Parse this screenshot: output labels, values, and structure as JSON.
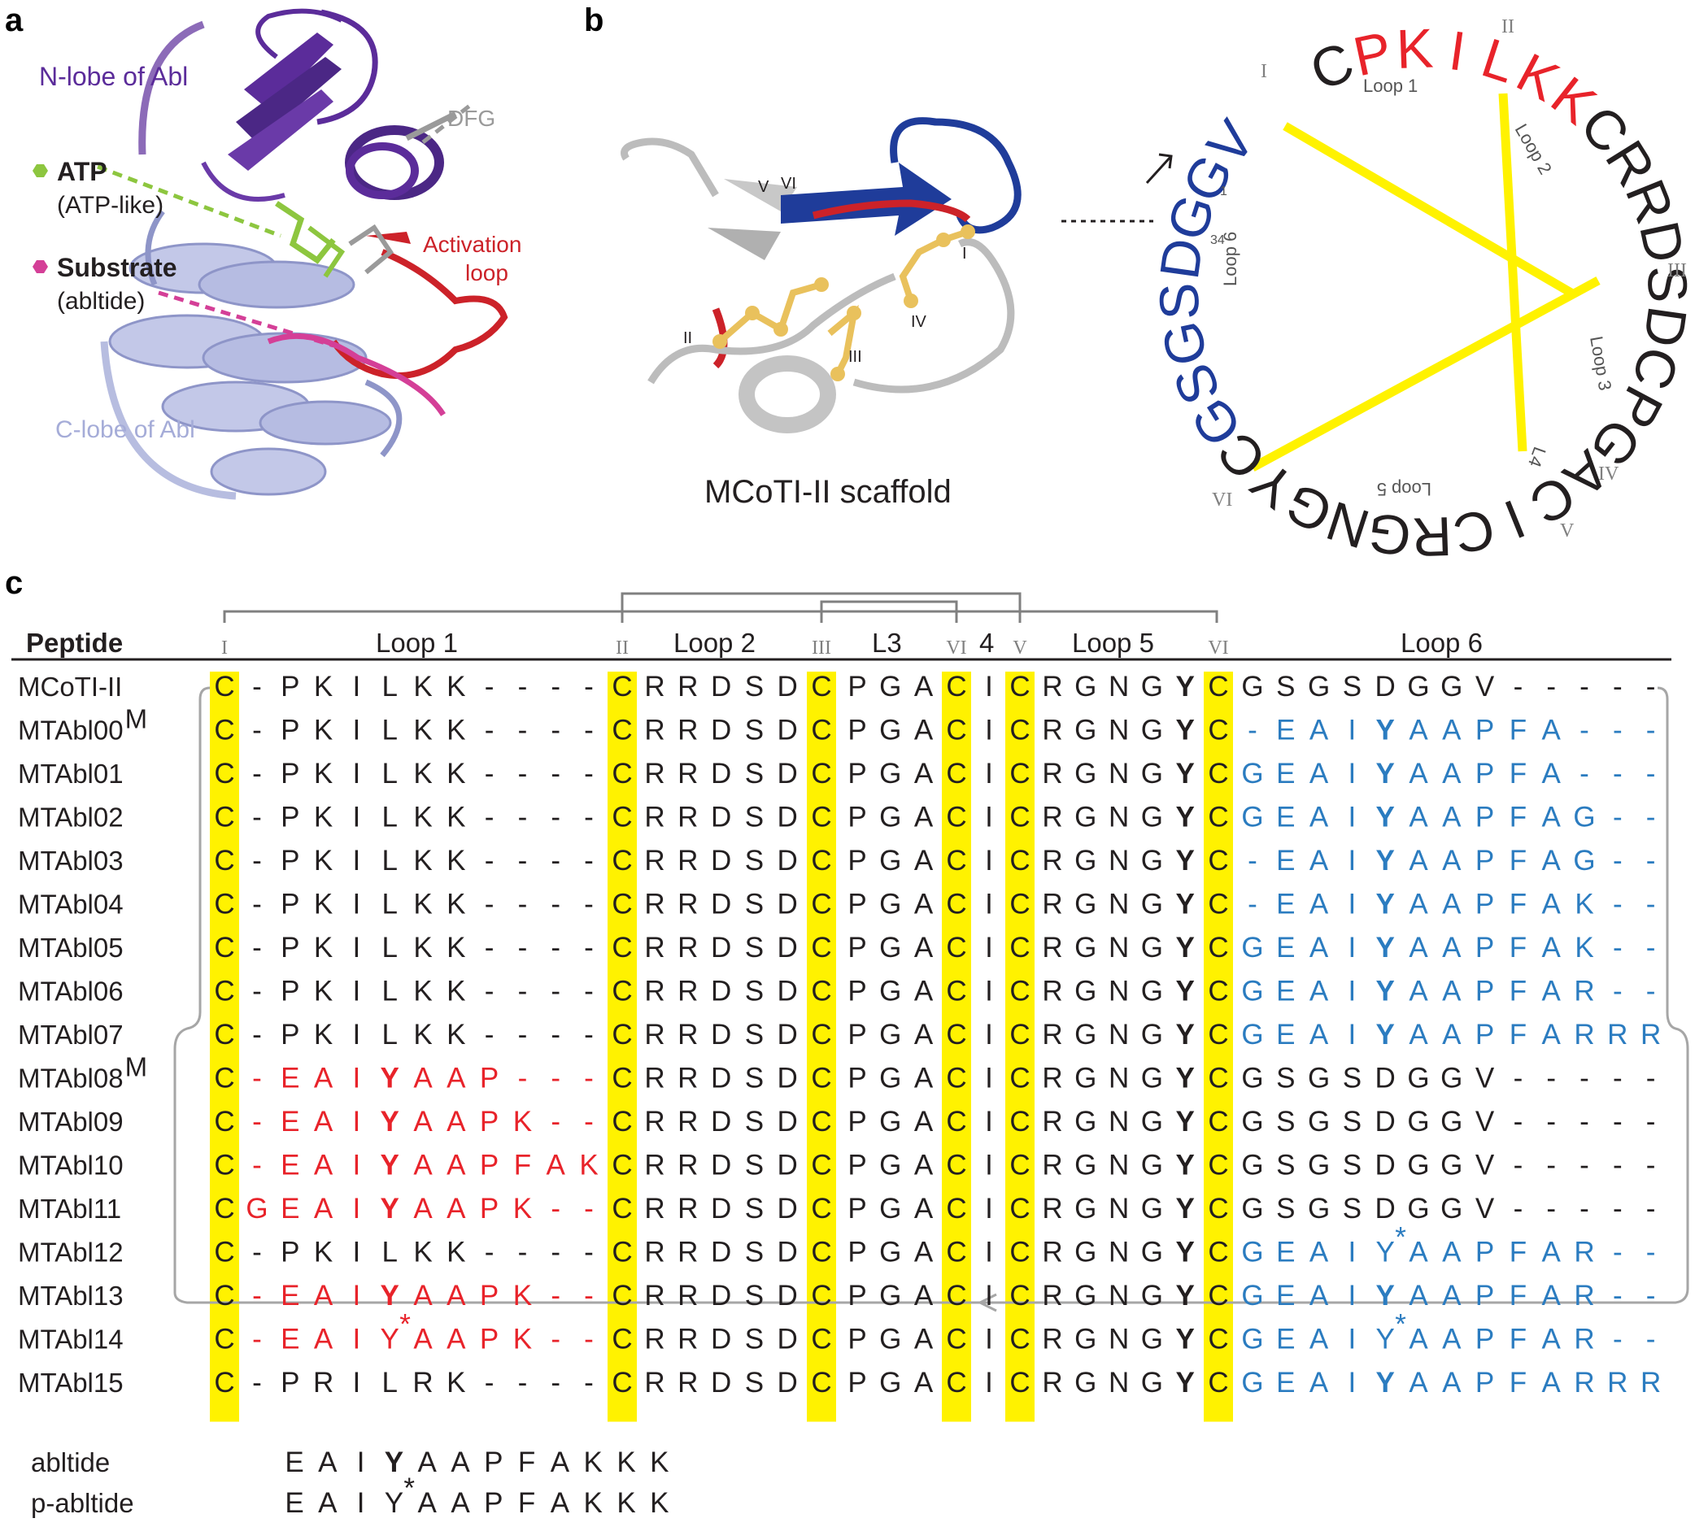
{
  "panel_a": {
    "letter": "a",
    "n_lobe": "N-lobe of Abl",
    "dfg": "DFG",
    "atp": "ATP",
    "atp_sub": "(ATP-like)",
    "substrate": "Substrate",
    "substrate_sub": "(abltide)",
    "activation_loop": [
      "Activation",
      "loop"
    ],
    "c_lobe": "C-lobe of Abl",
    "colors": {
      "n_lobe": "#5b2c9a",
      "c_lobe": "#a5acd8",
      "atp": "#8dc63f",
      "substrate": "#d43f97",
      "activation": "#cc2229",
      "dfg": "#9a9a9a"
    }
  },
  "panel_b": {
    "letter": "b",
    "scaffold_label": "MCoTI-II scaffold",
    "strand_labels": [
      "I",
      "II",
      "III",
      "IV",
      "V",
      "VI"
    ],
    "wheel_sequence": [
      {
        "aa": "C",
        "color": "#231f20"
      },
      {
        "aa": "P",
        "color": "#e8232a"
      },
      {
        "aa": "K",
        "color": "#e8232a"
      },
      {
        "aa": "I",
        "color": "#e8232a"
      },
      {
        "aa": "L",
        "color": "#e8232a"
      },
      {
        "aa": "K",
        "color": "#e8232a"
      },
      {
        "aa": "K",
        "color": "#e8232a"
      },
      {
        "aa": "C",
        "color": "#231f20"
      },
      {
        "aa": "R",
        "color": "#231f20"
      },
      {
        "aa": "R",
        "color": "#231f20"
      },
      {
        "aa": "D",
        "color": "#231f20"
      },
      {
        "aa": "S",
        "color": "#231f20"
      },
      {
        "aa": "D",
        "color": "#231f20"
      },
      {
        "aa": "C",
        "color": "#231f20"
      },
      {
        "aa": "P",
        "color": "#231f20"
      },
      {
        "aa": "G",
        "color": "#231f20"
      },
      {
        "aa": "A",
        "color": "#231f20"
      },
      {
        "aa": "C",
        "color": "#231f20"
      },
      {
        "aa": "I",
        "color": "#231f20"
      },
      {
        "aa": "C",
        "color": "#231f20"
      },
      {
        "aa": "R",
        "color": "#231f20"
      },
      {
        "aa": "G",
        "color": "#231f20"
      },
      {
        "aa": "N",
        "color": "#231f20"
      },
      {
        "aa": "G",
        "color": "#231f20"
      },
      {
        "aa": "Y",
        "color": "#231f20"
      },
      {
        "aa": "C",
        "color": "#231f20"
      },
      {
        "aa": "G",
        "color": "#1f3c9a"
      },
      {
        "aa": "S",
        "color": "#1f3c9a"
      },
      {
        "aa": "G",
        "color": "#1f3c9a"
      },
      {
        "aa": "S",
        "color": "#1f3c9a"
      },
      {
        "aa": "D",
        "color": "#1f3c9a"
      },
      {
        "aa": "G",
        "color": "#1f3c9a"
      },
      {
        "aa": "G",
        "color": "#1f3c9a"
      },
      {
        "aa": "V",
        "color": "#1f3c9a"
      }
    ],
    "wheel_loops": [
      "Loop 1",
      "Loop 2",
      "Loop 3",
      "L4",
      "Loop 5",
      "Loop 6"
    ],
    "wheel_romans": [
      "I",
      "II",
      "III",
      "IV",
      "V",
      "VI"
    ],
    "wheel_numbers": [
      "34",
      "1"
    ]
  },
  "panel_c": {
    "letter": "c",
    "headers": {
      "peptide": "Peptide",
      "loop1": "Loop 1",
      "loop2": "Loop 2",
      "l3": "L3",
      "l4": "4",
      "loop5": "Loop 5",
      "loop6": "Loop 6"
    },
    "cys_romans": [
      "I",
      "II",
      "III",
      "VI",
      "V",
      "VI"
    ],
    "colors": {
      "loop1_graft": "#e8232a",
      "loop6_graft": "#2b7cc0",
      "cys_highlight": "#fff200",
      "default": "#231f20"
    },
    "rows": [
      {
        "name": "MCoTI-II",
        "sup": "",
        "l1": "-PKILKK----",
        "l1c": "k",
        "l6": "GSGSDGGV-----",
        "l6c": "k"
      },
      {
        "name": "MTAbl00",
        "sup": "M",
        "l1": "-PKILKK----",
        "l1c": "k",
        "l6": "-EAIYAAPFA---",
        "l6c": "b"
      },
      {
        "name": "MTAbl01",
        "sup": "",
        "l1": "-PKILKK----",
        "l1c": "k",
        "l6": "GEAIYAAPFA---",
        "l6c": "b"
      },
      {
        "name": "MTAbl02",
        "sup": "",
        "l1": "-PKILKK----",
        "l1c": "k",
        "l6": "GEAIYAAPFAG--",
        "l6c": "b"
      },
      {
        "name": "MTAbl03",
        "sup": "",
        "l1": "-PKILKK----",
        "l1c": "k",
        "l6": "-EAIYAAPFAG--",
        "l6c": "b"
      },
      {
        "name": "MTAbl04",
        "sup": "",
        "l1": "-PKILKK----",
        "l1c": "k",
        "l6": "-EAIYAAPFAK--",
        "l6c": "b"
      },
      {
        "name": "MTAbl05",
        "sup": "",
        "l1": "-PKILKK----",
        "l1c": "k",
        "l6": "GEAIYAAPFAK--",
        "l6c": "b"
      },
      {
        "name": "MTAbl06",
        "sup": "",
        "l1": "-PKILKK----",
        "l1c": "k",
        "l6": "GEAIYAAPFAR--",
        "l6c": "b"
      },
      {
        "name": "MTAbl07",
        "sup": "",
        "l1": "-PKILKK----",
        "l1c": "k",
        "l6": "GEAIYAAPFARRR",
        "l6c": "b"
      },
      {
        "name": "MTAbl08",
        "sup": "M",
        "l1": "-EAIYAAP---",
        "l1c": "r",
        "l6": "GSGSDGGV-----",
        "l6c": "k"
      },
      {
        "name": "MTAbl09",
        "sup": "",
        "l1": "-EAIYAAPK--",
        "l1c": "r",
        "l6": "GSGSDGGV-----",
        "l6c": "k"
      },
      {
        "name": "MTAbl10",
        "sup": "",
        "l1": "-EAIYAAPFAK",
        "l1c": "r",
        "l6": "GSGSDGGV-----",
        "l6c": "k"
      },
      {
        "name": "MTAbl11",
        "sup": "",
        "l1": "GEAIYAAPK--",
        "l1c": "r",
        "l6": "GSGSDGGV-----",
        "l6c": "k"
      },
      {
        "name": "MTAbl12",
        "sup": "",
        "l1": "-PKILKK----",
        "l1c": "k",
        "l6": "GEAIY*AAPFAR--",
        "l6c": "b"
      },
      {
        "name": "MTAbl13",
        "sup": "",
        "l1": "-EAIYAAPK--",
        "l1c": "r",
        "l6": "GEAIYAAPFAR--",
        "l6c": "b"
      },
      {
        "name": "MTAbl14",
        "sup": "",
        "l1": "-EAIY*AAPK--",
        "l1c": "r",
        "l6": "GEAIY*AAPFAR--",
        "l6c": "b"
      },
      {
        "name": "MTAbl15",
        "sup": "",
        "l1": "-PRILRK----",
        "l1c": "k",
        "l6": "GEAIYAAPFARRR",
        "l6c": "b"
      }
    ],
    "core": [
      "C",
      "RRDSD",
      "C",
      "PGA",
      "C",
      "I",
      "C",
      "RGNGY",
      "C"
    ],
    "refs": [
      {
        "name": "abltide",
        "seq": "EAIYAAPFAKKK"
      },
      {
        "name": "p-abltide",
        "seq": "EAIY*AAPFAKKK"
      }
    ]
  }
}
